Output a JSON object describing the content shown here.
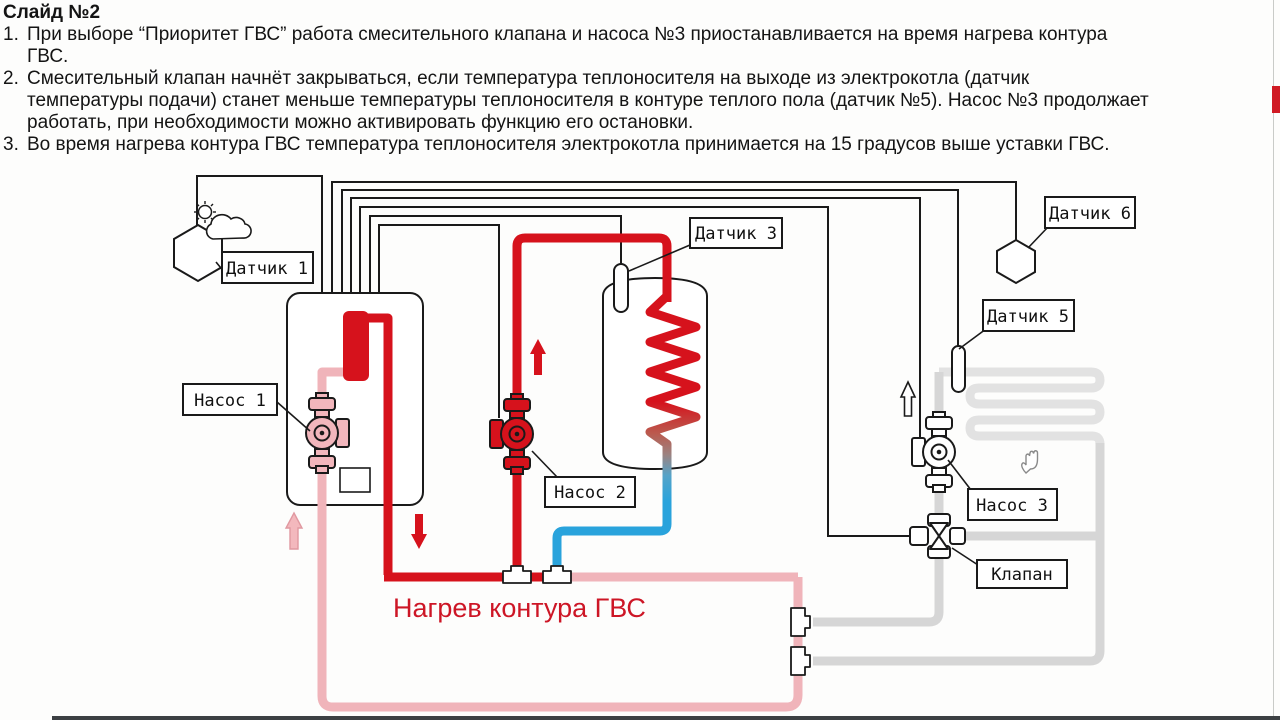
{
  "slide": {
    "title": "Слайд №2",
    "notes": [
      {
        "num": "1.",
        "lines": [
          "При выборе “Приоритет ГВС” работа смесительного клапана и насоса №3 приостанавливается на время нагрева контура",
          "ГВС."
        ]
      },
      {
        "num": "2.",
        "lines": [
          "Смесительный клапан начнёт закрываться, если температура теплоносителя на выходе из электрокотла (датчик",
          "температуры подачи) станет меньше температуры теплоносителя в контуре теплого пола (датчик №5). Насос №3 продолжает",
          "работать, при необходимости можно активировать функцию его остановки."
        ]
      },
      {
        "num": "3.",
        "lines": [
          "Во время нагрева контура ГВС температура теплоносителя электрокотла принимается на 15 градусов выше уставки ГВС."
        ]
      }
    ]
  },
  "diagram": {
    "caption": "Нагрев контура ГВС",
    "labels": {
      "sensor1": "Датчик 1",
      "sensor3": "Датчик 3",
      "sensor5": "Датчик 5",
      "sensor6": "Датчик 6",
      "pump1": "Насос 1",
      "pump2": "Насос 2",
      "pump3": "Насос 3",
      "valve": "Клапан"
    },
    "icons": {
      "outdoor": "sun-cloud-icon",
      "cursor": "hand-cursor-icon"
    },
    "colors": {
      "hot_pipe": "#d6121c",
      "cold_pipe": "#29a3dc",
      "return_pipe": "#f0b4ba",
      "floor_pipe": "#e2e2e2",
      "gray_pipe": "#d6d6d6",
      "caption_text": "#cd1626"
    }
  }
}
